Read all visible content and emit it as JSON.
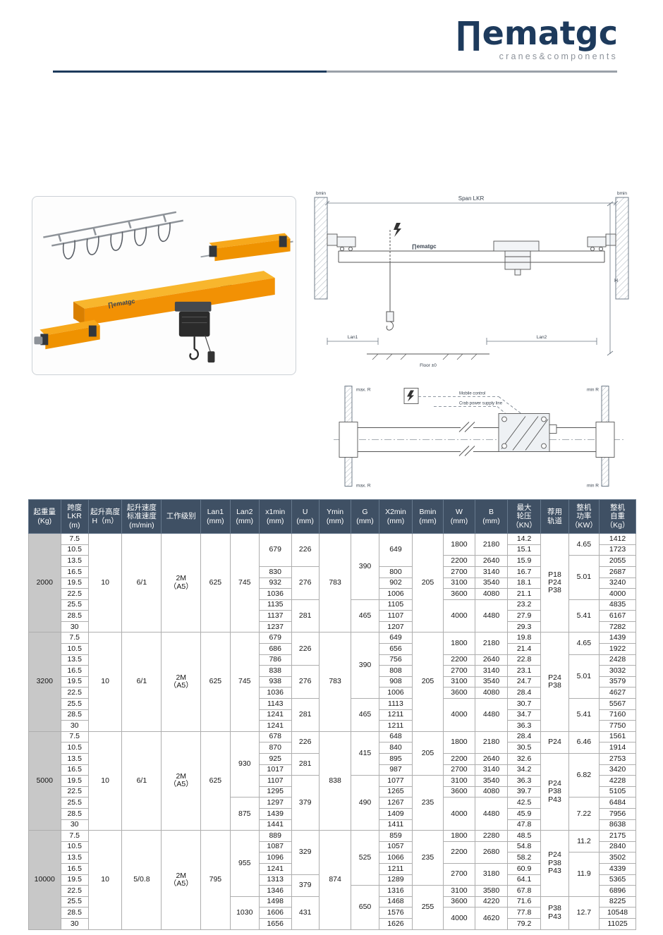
{
  "header": {
    "brand_glyph": "∏",
    "brand_rest": "ematgc",
    "tagline": "cranes&components"
  },
  "figures": {
    "iso_view": {
      "girder_brand": "∏ematgc"
    },
    "front_view": {
      "span": "Span LKR",
      "bmin_left": "bmin",
      "bmin_right": "bmin",
      "logo": "∏ematgc",
      "h": "H",
      "lan1": "Lan1",
      "lan2": "Lan2",
      "floor": "Floor ±0"
    },
    "plan_view": {
      "max_r_top": "max. R",
      "min_r_top": "min R",
      "max_r_bottom": "max. R",
      "min_r_bottom": "min R",
      "mobile": "Mobile control",
      "crab_line": "Crab power supply line"
    }
  },
  "table": {
    "col_keys": [
      "capacity",
      "span",
      "height",
      "speed",
      "duty",
      "lan1",
      "lan2",
      "x1min",
      "u",
      "ymin",
      "g",
      "x2min",
      "bmin",
      "w",
      "b",
      "wheel-load",
      "rail",
      "power",
      "weight"
    ],
    "headers": [
      "起重量\n(Kg)",
      "跨度\nLKR\n(m)",
      "起升高度\nH（m）",
      "起升速度\n标准速度\n(m/min)",
      "工作级别",
      "Lan1\n(mm)",
      "Lan2\n(mm)",
      "x1min\n(mm)",
      "U\n(mm)",
      "Ymin\n(mm)",
      "G\n(mm)",
      "X2min\n(mm)",
      "Bmin\n(mm)",
      "W\n(mm)",
      "B\n(mm)",
      "最大\n轮压\n（KN）",
      "荐用\n轨道",
      "整机\n功率\n（KW）",
      "整机\n自重\n（Kg）"
    ],
    "groups": [
      {
        "rows": 9,
        "cols": [
          [
            [
              "2000",
              9
            ]
          ],
          [
            "7.5",
            "10.5",
            "13.5",
            "16.5",
            "19.5",
            "22.5",
            "25.5",
            "28.5",
            "30"
          ],
          [
            [
              "10",
              9
            ]
          ],
          [
            [
              "6/1",
              9
            ]
          ],
          [
            [
              "2M\n（A5）",
              9
            ]
          ],
          [
            [
              "625",
              9
            ]
          ],
          [
            [
              "745",
              9
            ]
          ],
          [
            [
              "679",
              3
            ],
            "830",
            "932",
            "1036",
            "1135",
            "1137",
            "1237"
          ],
          [
            [
              "226",
              3
            ],
            [
              "276",
              3
            ],
            [
              "281",
              3
            ]
          ],
          [
            [
              "783",
              9
            ]
          ],
          [
            [
              "390",
              6
            ],
            [
              "465",
              3
            ]
          ],
          [
            [
              "649",
              3
            ],
            "800",
            "902",
            "1006",
            "1105",
            "1107",
            "1207"
          ],
          [
            [
              "205",
              9
            ]
          ],
          [
            [
              "1800",
              2
            ],
            "2200",
            "2700",
            "3100",
            "3600",
            [
              "4000",
              3
            ]
          ],
          [
            [
              "2180",
              2
            ],
            "2640",
            "3140",
            "3540",
            "4080",
            [
              "4480",
              3
            ]
          ],
          [
            "14.2",
            "15.1",
            "15.9",
            "16.7",
            "18.1",
            "21.1",
            "23.2",
            "27.9",
            "29.3"
          ],
          [
            [
              "P18\nP24\nP38",
              9
            ]
          ],
          [
            [
              "4.65",
              2
            ],
            [
              "5.01",
              4
            ],
            [
              "5.41",
              3
            ]
          ],
          [
            "1412",
            "1723",
            "2055",
            "2687",
            "3240",
            "4000",
            "4835",
            "6167",
            "7282"
          ]
        ]
      },
      {
        "rows": 9,
        "cols": [
          [
            [
              "3200",
              9
            ]
          ],
          [
            "7.5",
            "10.5",
            "13.5",
            "16.5",
            "19.5",
            "22.5",
            "25.5",
            "28.5",
            "30"
          ],
          [
            [
              "10",
              9
            ]
          ],
          [
            [
              "6/1",
              9
            ]
          ],
          [
            [
              "2M\n（A5）",
              9
            ]
          ],
          [
            [
              "625",
              9
            ]
          ],
          [
            [
              "745",
              9
            ]
          ],
          [
            "679",
            "686",
            "786",
            "838",
            "938",
            "1036",
            "1143",
            "1241",
            "1241"
          ],
          [
            [
              "226",
              3
            ],
            [
              "276",
              3
            ],
            [
              "281",
              3
            ]
          ],
          [
            [
              "783",
              9
            ]
          ],
          [
            [
              "390",
              6
            ],
            [
              "465",
              3
            ]
          ],
          [
            "649",
            "656",
            "756",
            "808",
            "908",
            "1006",
            "1113",
            "1211",
            "1211"
          ],
          [
            [
              "205",
              9
            ]
          ],
          [
            [
              "1800",
              2
            ],
            "2200",
            "2700",
            "3100",
            "3600",
            [
              "4000",
              3
            ]
          ],
          [
            [
              "2180",
              2
            ],
            "2640",
            "3140",
            "3540",
            "4080",
            [
              "4480",
              3
            ]
          ],
          [
            "19.8",
            "21.4",
            "22.8",
            "23.1",
            "24.7",
            "28.4",
            "30.7",
            "34.7",
            "36.3"
          ],
          [
            [
              "P24\nP38",
              9
            ]
          ],
          [
            [
              "4.65",
              2
            ],
            [
              "5.01",
              4
            ],
            [
              "5.41",
              3
            ]
          ],
          [
            "1439",
            "1922",
            "2428",
            "3032",
            "3579",
            "4627",
            "5567",
            "7160",
            "7750"
          ]
        ]
      },
      {
        "rows": 9,
        "cols": [
          [
            [
              "5000",
              9
            ]
          ],
          [
            "7.5",
            "10.5",
            "13.5",
            "16.5",
            "19.5",
            "22.5",
            "25.5",
            "28.5",
            "30"
          ],
          [
            [
              "10",
              9
            ]
          ],
          [
            [
              "6/1",
              9
            ]
          ],
          [
            [
              "2M\n（A5）",
              9
            ]
          ],
          [
            [
              "625",
              9
            ]
          ],
          [
            [
              "930",
              6
            ],
            [
              "875",
              3
            ]
          ],
          [
            "678",
            "870",
            "925",
            "1017",
            "1107",
            "1295",
            "1297",
            "1439",
            "1441"
          ],
          [
            [
              "226",
              2
            ],
            [
              "281",
              2
            ],
            [
              "379",
              5
            ]
          ],
          [
            [
              "838",
              9
            ]
          ],
          [
            [
              "415",
              4
            ],
            [
              "490",
              5
            ]
          ],
          [
            "648",
            "840",
            "895",
            "987",
            "1077",
            "1265",
            "1267",
            "1409",
            "1411"
          ],
          [
            [
              "205",
              4
            ],
            [
              "235",
              5
            ]
          ],
          [
            [
              "1800",
              2
            ],
            "2200",
            "2700",
            "3100",
            "3600",
            [
              "4000",
              3
            ]
          ],
          [
            [
              "2180",
              2
            ],
            "2640",
            "3140",
            "3540",
            "4080",
            [
              "4480",
              3
            ]
          ],
          [
            "28.4",
            "30.5",
            "32.6",
            "34.2",
            "36.3",
            "39.7",
            "42.5",
            "45.9",
            "47.8"
          ],
          [
            [
              "P24",
              2
            ],
            [
              "P24\nP38\nP43",
              7
            ]
          ],
          [
            [
              "6.46",
              2
            ],
            [
              "6.82",
              4
            ],
            [
              "7.22",
              3
            ]
          ],
          [
            "1561",
            "1914",
            "2753",
            "3420",
            "4228",
            "5105",
            "6484",
            "7956",
            "8638"
          ]
        ]
      },
      {
        "rows": 9,
        "cols": [
          [
            [
              "10000",
              9
            ]
          ],
          [
            "7.5",
            "10.5",
            "13.5",
            "16.5",
            "19.5",
            "22.5",
            "25.5",
            "28.5",
            "30"
          ],
          [
            [
              "10",
              9
            ]
          ],
          [
            [
              "5/0.8",
              9
            ]
          ],
          [
            [
              "2M\n（A5）",
              9
            ]
          ],
          [
            [
              "795",
              9
            ]
          ],
          [
            [
              "955",
              6
            ],
            [
              "1030",
              3
            ]
          ],
          [
            "889",
            "1087",
            "1096",
            "1241",
            "1313",
            "1346",
            "1498",
            "1606",
            "1656"
          ],
          [
            [
              "329",
              4
            ],
            [
              "379",
              2
            ],
            [
              "431",
              3
            ]
          ],
          [
            [
              "874",
              9
            ]
          ],
          [
            [
              "525",
              5
            ],
            [
              "650",
              4
            ]
          ],
          [
            "859",
            "1057",
            "1066",
            "1211",
            "1289",
            "1316",
            "1468",
            "1576",
            "1626"
          ],
          [
            [
              "235",
              5
            ],
            [
              "255",
              4
            ]
          ],
          [
            "1800",
            [
              "2200",
              2
            ],
            [
              "2700",
              2
            ],
            "3100",
            "3600",
            [
              "4000",
              2
            ]
          ],
          [
            "2280",
            [
              "2680",
              2
            ],
            [
              "3180",
              2
            ],
            "3580",
            "4220",
            [
              "4620",
              2
            ]
          ],
          [
            "48.5",
            "54.8",
            "58.2",
            "60.9",
            "64.1",
            "67.8",
            "71.6",
            "77.8",
            "79.2"
          ],
          [
            [
              "P24\nP38\nP43",
              6
            ],
            [
              "P38\nP43",
              3
            ]
          ],
          [
            [
              "11.2",
              2
            ],
            [
              "11.9",
              4
            ],
            [
              "12.7",
              3
            ]
          ],
          [
            "2175",
            "2840",
            "3502",
            "4339",
            "5365",
            "6896",
            "8225",
            "10548",
            "11025"
          ]
        ]
      }
    ]
  }
}
